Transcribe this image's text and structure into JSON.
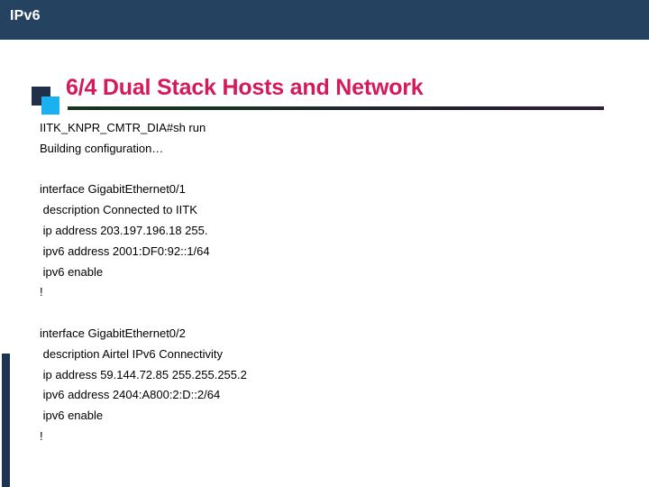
{
  "banner": {
    "title": "IPv6"
  },
  "title_block": {
    "title": "6/4 Dual Stack Hosts and Network",
    "decor": {
      "dark_square_color": "#1f3048",
      "cyan_square_color": "#19b1ef"
    },
    "rule_color_start": "#15331e",
    "rule_color_end": "#2b2036",
    "title_color": "#d41a5c"
  },
  "colors": {
    "banner_background": "#254360",
    "banner_text": "#ffffff",
    "page_background": "#ffffff",
    "body_text": "#000000",
    "left_accent_bar": "#1d3352"
  },
  "console": {
    "lines": [
      "IITK_KNPR_CMTR_DIA#sh run",
      "Building configuration…",
      "",
      "interface GigabitEthernet0/1",
      " description Connected to IITK",
      " ip address 203.197.196.18 255.",
      " ipv6 address 2001:DF0:92::1/64",
      " ipv6 enable",
      "!",
      "",
      "interface GigabitEthernet0/2",
      " description Airtel IPv6 Connectivity",
      " ip address 59.144.72.85 255.255.255.2",
      " ipv6 address 2404:A800:2:D::2/64",
      " ipv6 enable",
      "!"
    ]
  }
}
